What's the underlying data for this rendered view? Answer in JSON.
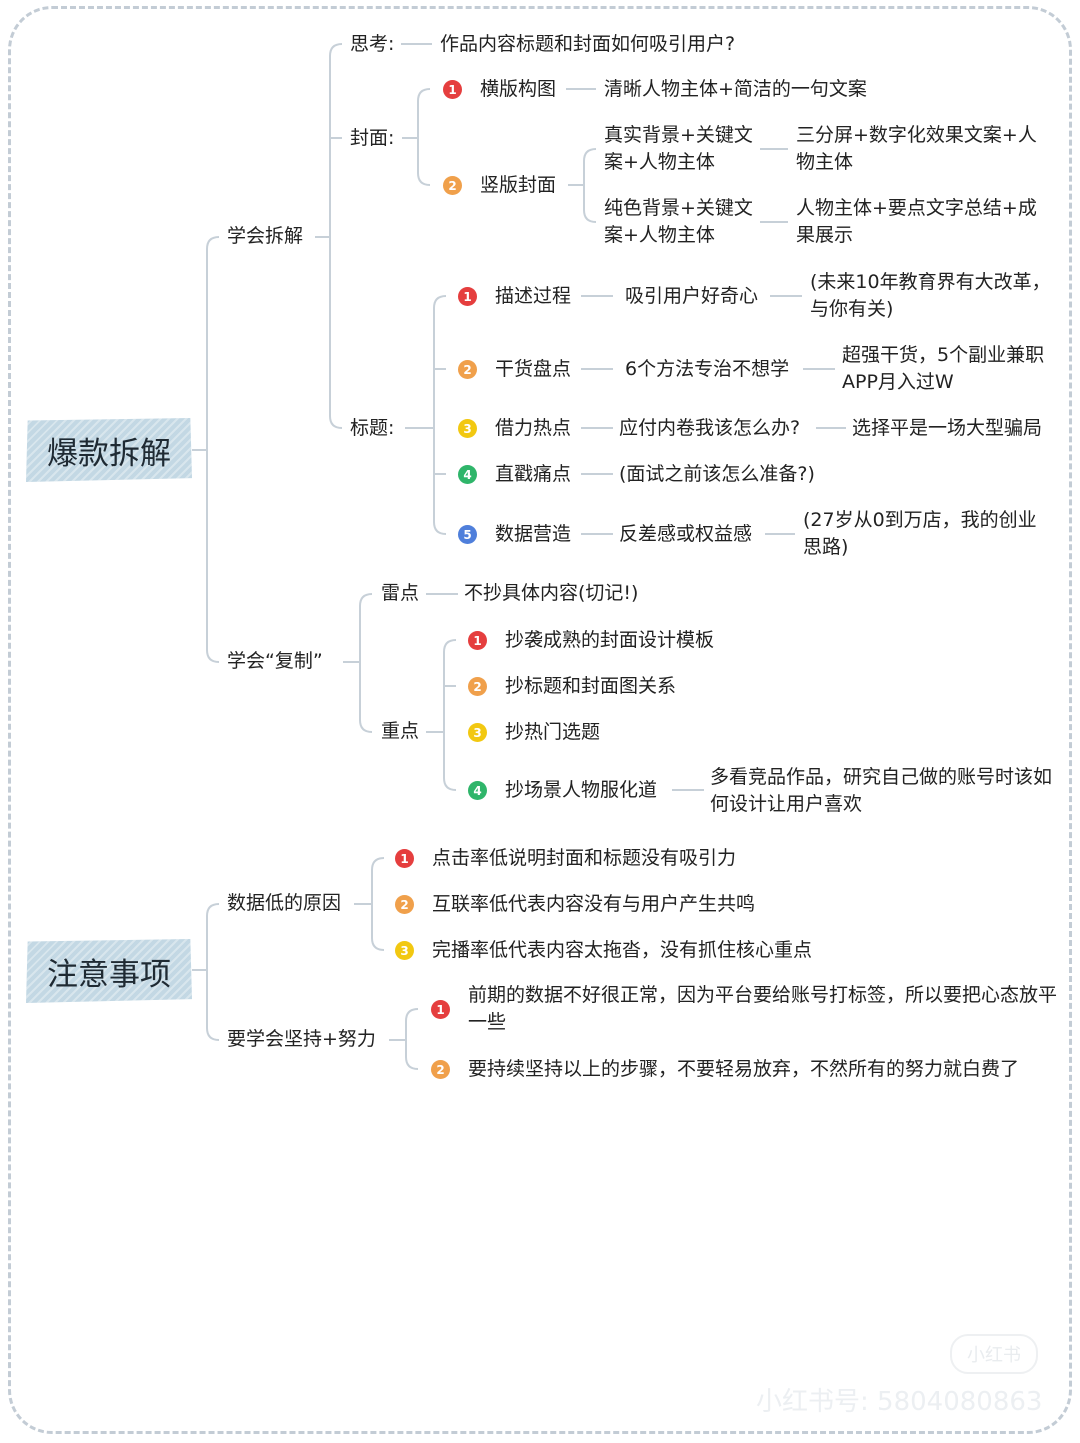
{
  "colors": {
    "badge1": "#e53e3e",
    "badge2": "#f0a04b",
    "badge3": "#f2c811",
    "badge4": "#2fb56a",
    "badge5": "#4f7fdb",
    "line": "#c7d0d8",
    "root_fill": "#c3d8e4"
  },
  "roots": {
    "r1": "爆款拆解",
    "r2": "注意事项"
  },
  "b1": {
    "label": "学会拆解",
    "think": {
      "label": "思考:",
      "text": "作品内容标题和封面如何吸引用户?"
    },
    "cover": {
      "label": "封面:",
      "h": {
        "num": "1",
        "label": "横版构图",
        "text": "清晰人物主体+简洁的一句文案"
      },
      "v": {
        "num": "2",
        "label": "竖版封面",
        "a": {
          "text": "真实背景+关键文案+人物主体",
          "detail": "三分屏+数字化效果文案+人物主体"
        },
        "b": {
          "text": "纯色背景+关键文案+人物主体",
          "detail": "人物主体+要点文字总结+成果展示"
        }
      }
    },
    "title": {
      "label": "标题:",
      "items": [
        {
          "num": "1",
          "label": "描述过程",
          "mid": "吸引用户好奇心",
          "ex": "(未来10年教育界有大改革，与你有关)"
        },
        {
          "num": "2",
          "label": "干货盘点",
          "mid": "6个方法专治不想学",
          "ex": "超强干货，5个副业兼职APP月入过W"
        },
        {
          "num": "3",
          "label": "借力热点",
          "mid": "应付内卷我该怎么办?",
          "ex": "选择平是一场大型骗局"
        },
        {
          "num": "4",
          "label": "直戳痛点",
          "mid": "(面试之前该怎么准备?)"
        },
        {
          "num": "5",
          "label": "数据营造",
          "mid": "反差感或权益感",
          "ex": "(27岁从0到万店，我的创业思路)"
        }
      ]
    }
  },
  "b2": {
    "label": "学会“复制”",
    "mine": {
      "label": "雷点",
      "text": "不抄具体内容(切记!)"
    },
    "key": {
      "label": "重点",
      "items": [
        {
          "num": "1",
          "text": "抄袭成熟的封面设计模板"
        },
        {
          "num": "2",
          "text": "抄标题和封面图关系"
        },
        {
          "num": "3",
          "text": "抄热门选题"
        },
        {
          "num": "4",
          "text": "抄场景人物服化道",
          "ex": "多看竞品作品，研究自己做的账号时该如何设计让用户喜欢"
        }
      ]
    }
  },
  "n1": {
    "label": "数据低的原因",
    "items": [
      {
        "num": "1",
        "text": "点击率低说明封面和标题没有吸引力"
      },
      {
        "num": "2",
        "text": "互联率低代表内容没有与用户产生共鸣"
      },
      {
        "num": "3",
        "text": "完播率低代表内容太拖沓，没有抓住核心重点"
      }
    ]
  },
  "n2": {
    "label": "要学会坚持+努力",
    "items": [
      {
        "num": "1",
        "text": "前期的数据不好很正常，因为平台要给账号打标签，所以要把心态放平一些"
      },
      {
        "num": "2",
        "text": "要持续坚持以上的步骤，不要轻易放弃，不然所有的努力就白费了"
      }
    ]
  },
  "watermark": {
    "logo": "小红书",
    "id": "小红书号: 5804080863"
  }
}
